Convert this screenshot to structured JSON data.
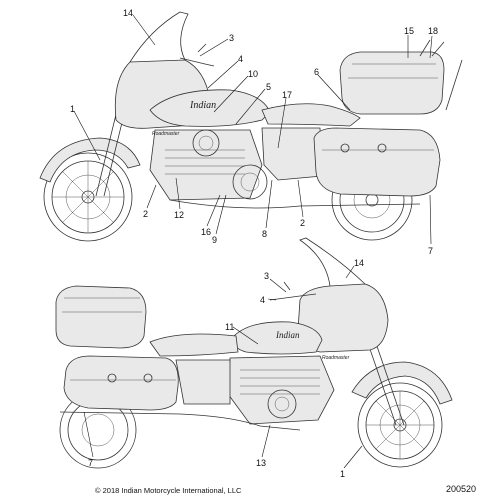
{
  "callouts": {
    "top": [
      "14",
      "3",
      "15",
      "18",
      "4",
      "10",
      "6",
      "1",
      "5",
      "17",
      "2",
      "12",
      "16",
      "9",
      "8",
      "2",
      "7"
    ],
    "bottom": [
      "3",
      "14",
      "4",
      "11",
      "7",
      "13",
      "1"
    ]
  },
  "footer": {
    "copyright": "© 2018 Indian Motorcycle International, LLC",
    "diagram_id": "200520"
  },
  "branding": {
    "tank_script": "Indian",
    "side_badge": "Roadmaster"
  }
}
